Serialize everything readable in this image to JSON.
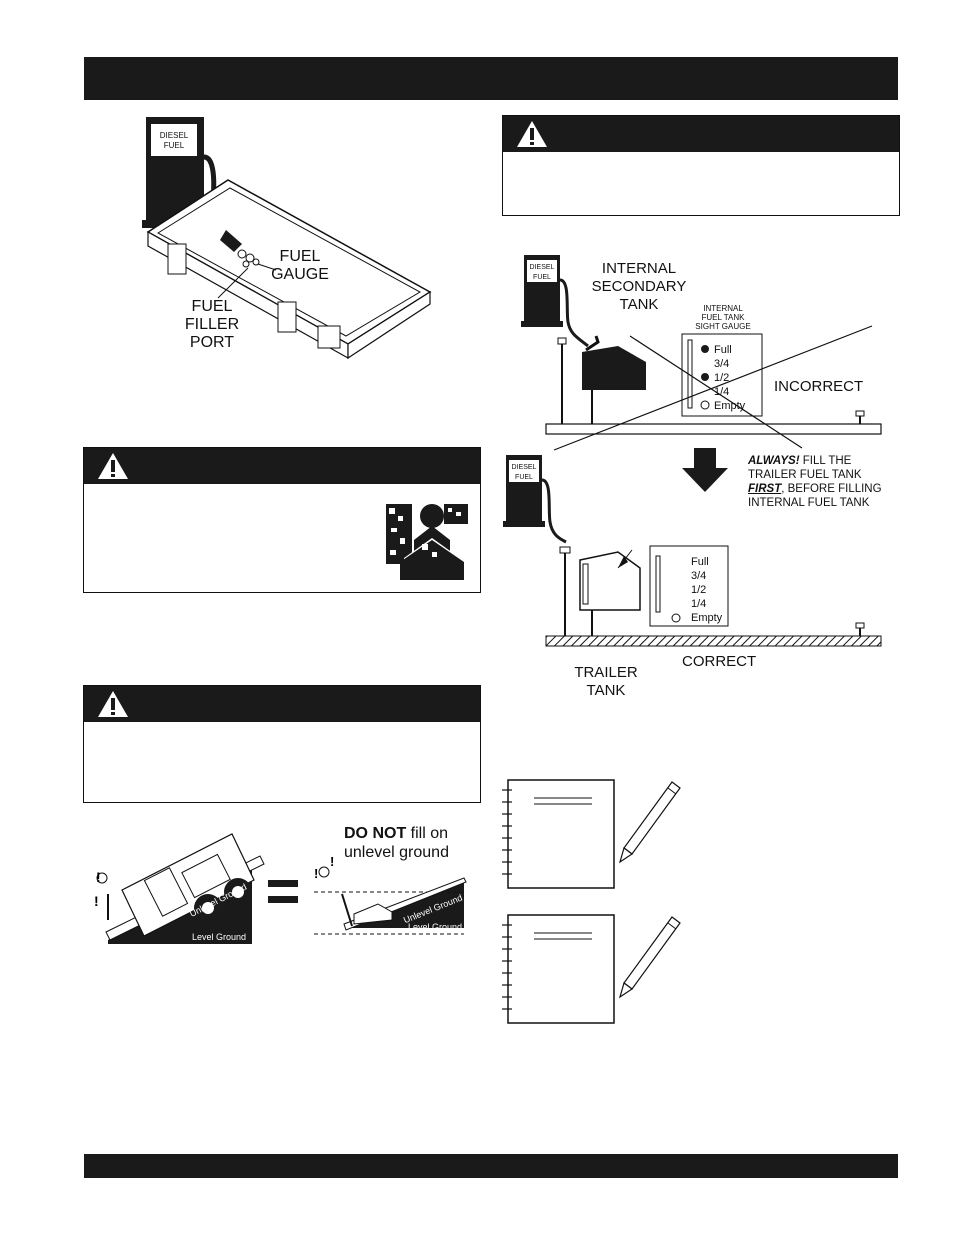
{
  "header": {
    "title": ""
  },
  "footer": {
    "text": ""
  },
  "figure_fuel_port": {
    "pump_label": [
      "DIESEL",
      "FUEL"
    ],
    "fuel_gauge_label": [
      "FUEL",
      "GAUGE"
    ],
    "filler_port_label": [
      "FUEL",
      "FILLER",
      "PORT"
    ]
  },
  "warning_top_right": {
    "body": ""
  },
  "warning_fumes": {
    "body": ""
  },
  "warning_level": {
    "body": ""
  },
  "figure_tanks": {
    "pump_label": [
      "DIESEL",
      "FUEL"
    ],
    "internal_tank_label": [
      "INTERNAL",
      "SECONDARY",
      "TANK"
    ],
    "sight_gauge_title": [
      "INTERNAL",
      "FUEL TANK",
      "SIGHT GAUGE"
    ],
    "gauge_levels": [
      "Full",
      "3/4",
      "1/2",
      "1/4",
      "Empty"
    ],
    "incorrect_label": "INCORRECT",
    "always_note": {
      "emphasis": "ALWAYS!",
      "line1_rest": " FILL THE",
      "line2": "TRAILER FUEL TANK",
      "line3_emphasis": "FIRST",
      "line3_rest": ", BEFORE FILLING",
      "line4": "INTERNAL FUEL TANK"
    },
    "trailer_tank_label": [
      "TRAILER",
      "TANK"
    ],
    "correct_label": "CORRECT"
  },
  "figure_ground": {
    "do_not_emphasis": "DO NOT",
    "do_not_rest": " fill on",
    "do_not_line2": "unlevel ground",
    "unlevel_ground": "Unlevel Ground",
    "level_ground": "Level Ground"
  },
  "colors": {
    "bar": "#1a1a1a",
    "ink": "#111111",
    "paper": "#ffffff"
  },
  "icons": [
    "warning-triangle-icon",
    "notebook-icon",
    "pencil-icon",
    "fuel-pump-icon"
  ]
}
